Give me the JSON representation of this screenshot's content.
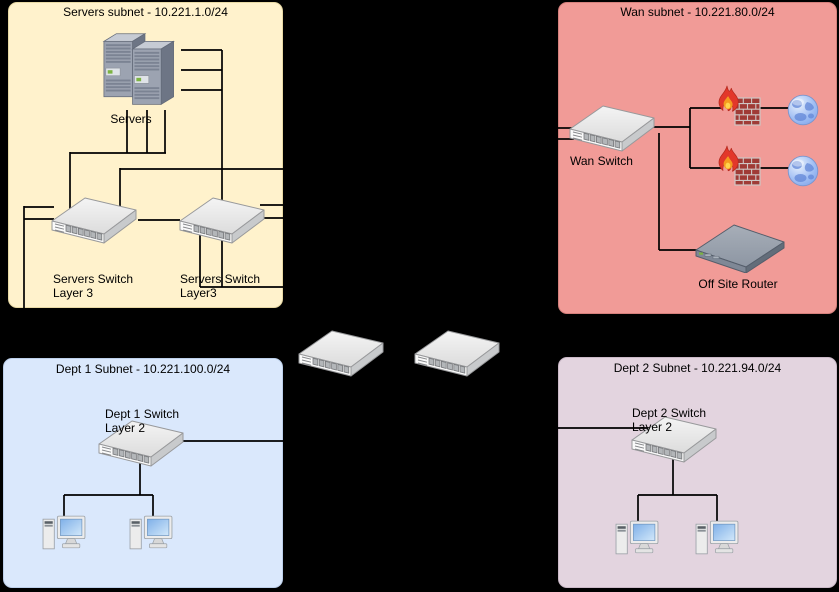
{
  "colors": {
    "background": "#000000",
    "wire": "#000000",
    "servers_fill": "#FFF2CC",
    "servers_border": "#E8D9A4",
    "wan_fill": "#F19B97",
    "wan_border": "#D5807C",
    "dept1_fill": "#DAE8FC",
    "dept1_border": "#BCCFEA",
    "dept2_fill": "#E3D4DF",
    "dept2_border": "#CBB9C8"
  },
  "subnets": {
    "servers": {
      "title": "Servers subnet - 10.221.1.0/24"
    },
    "wan": {
      "title": "Wan subnet - 10.221.80.0/24"
    },
    "dept1": {
      "title": "Dept 1 Subnet - 10.221.100.0/24"
    },
    "dept2": {
      "title": "Dept 2 Subnet - 10.221.94.0/24"
    }
  },
  "nodes": {
    "servers": {
      "label": "Servers"
    },
    "servers_switch1": {
      "line1": "Servers Switch",
      "line2": "Layer 3"
    },
    "servers_switch2": {
      "line1": "Servers Switch",
      "line2": "Layer3"
    },
    "wan_switch": {
      "label": "Wan Switch"
    },
    "offsite_router": {
      "label": "Off Site Router"
    },
    "dept1_switch": {
      "line1": "Dept 1 Switch",
      "line2": "Layer 2"
    },
    "dept2_switch": {
      "line1": "Dept 2 Switch",
      "line2": "Layer 2"
    }
  }
}
